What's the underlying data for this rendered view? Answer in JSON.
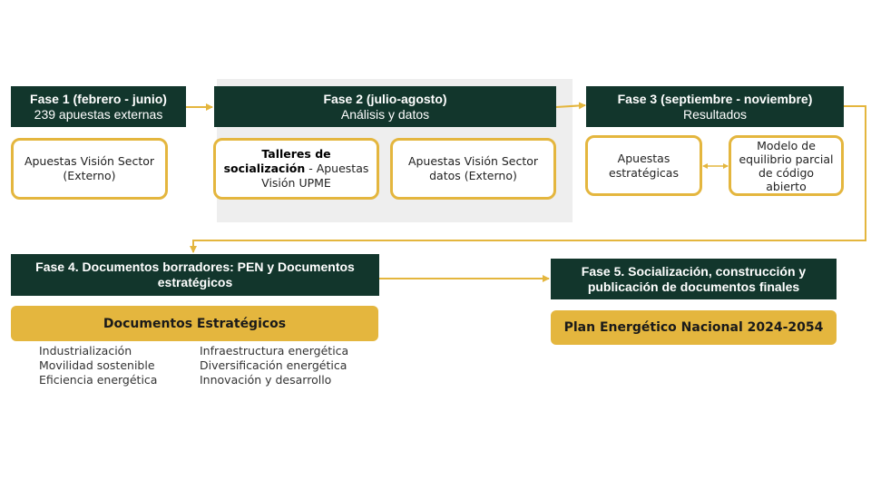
{
  "colors": {
    "dark_green": "#12362c",
    "gold": "#e4b63e",
    "panel_grey": "#eeeeee"
  },
  "phase1": {
    "title": "Fase 1 (febrero - junio)",
    "subtitle": "239 apuestas externas",
    "cards": [
      {
        "text": "Apuestas Visión Sector (Externo)"
      }
    ]
  },
  "phase2": {
    "title": "Fase 2 (julio-agosto)",
    "subtitle": "Análisis y datos",
    "cards": [
      {
        "bold": "Talleres de socialización",
        "text": " - Apuestas Visión UPME"
      },
      {
        "text": "Apuestas Visión Sector datos (Externo)"
      }
    ]
  },
  "phase3": {
    "title": "Fase 3 (septiembre - noviembre)",
    "subtitle": "Resultados",
    "cards": [
      {
        "text": "Apuestas estratégicas"
      },
      {
        "text": "Modelo de equilibrio parcial de código abierto"
      }
    ]
  },
  "phase4": {
    "title": "Fase 4. Documentos borradores: PEN y Documentos estratégicos",
    "banner": "Documentos Estratégicos",
    "docs_left": [
      "Industrialización",
      "Movilidad sostenible",
      "Eficiencia energética"
    ],
    "docs_right": [
      "Infraestructura energética",
      "Diversificación energética",
      "Innovación y desarrollo"
    ]
  },
  "phase5": {
    "title": "Fase 5. Socialización, construcción y publicación de documentos finales",
    "banner": "Plan Energético Nacional 2024-2054"
  }
}
